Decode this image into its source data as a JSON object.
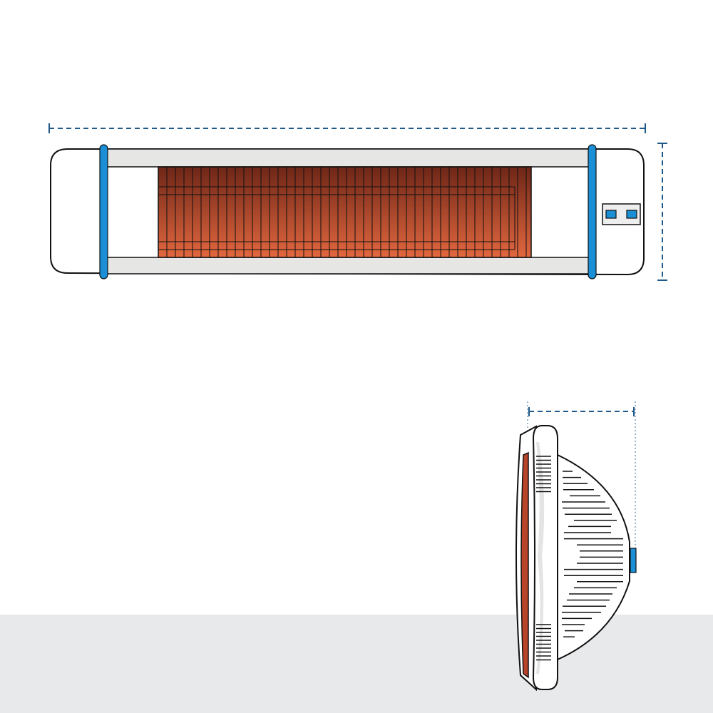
{
  "colors": {
    "dimension_line": "#1f5a8a",
    "accent_blue": "#1a8fd6",
    "heating_top": "#6e2617",
    "heating_bottom": "#e2673f",
    "frame_gray": "#e6e6e4",
    "floor": "#e8e9eb",
    "outline": "#111111"
  },
  "icons": [
    "width-dimension",
    "height-dimension",
    "depth-dimension",
    "control-panel",
    "side-button"
  ]
}
